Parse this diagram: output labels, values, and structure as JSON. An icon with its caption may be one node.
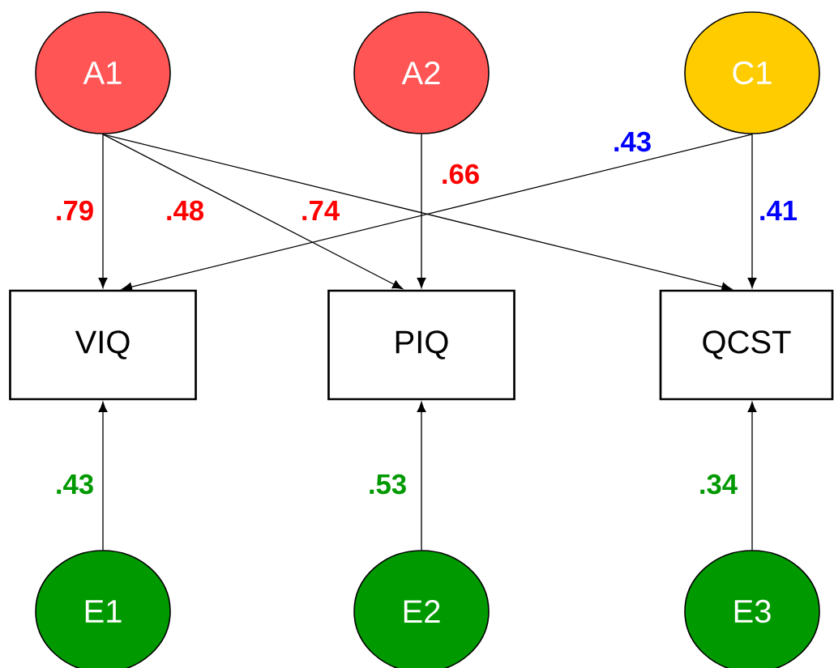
{
  "diagram": {
    "nodes": [
      {
        "text": [
          "A1"
        ]
      },
      {
        "text": [
          "A2"
        ]
      },
      {
        "text": [
          "C1"
        ]
      },
      {
        "text": [
          "VIQ"
        ]
      },
      {
        "text": [
          "PIQ"
        ]
      },
      {
        "text": [
          "QCST"
        ]
      },
      {
        "text": [
          "E1"
        ]
      },
      {
        "text": [
          "E2"
        ]
      },
      {
        "text": [
          "E3"
        ]
      }
    ],
    "edges": [
      {
        "from": 0,
        "to": 3,
        "arrow": "to",
        "label": ".79"
      },
      {
        "from": 0,
        "to": 4,
        "arrow": "to",
        "label": ".48"
      },
      {
        "from": 0,
        "to": 5,
        "arrow": "to",
        "label": ".74"
      },
      {
        "from": 1,
        "to": 4,
        "arrow": "to",
        "label": ".66"
      },
      {
        "from": 2,
        "to": 3,
        "arrow": "to",
        "label": ".43"
      },
      {
        "from": 2,
        "to": 5,
        "arrow": "to",
        "label": ".41"
      },
      {
        "from": 6,
        "to": 3,
        "arrow": "to",
        "label": ".43"
      },
      {
        "from": 7,
        "to": 4,
        "arrow": "to",
        "label": ".53"
      },
      {
        "from": 8,
        "to": 5,
        "arrow": "to",
        "label": ".34"
      }
    ]
  }
}
